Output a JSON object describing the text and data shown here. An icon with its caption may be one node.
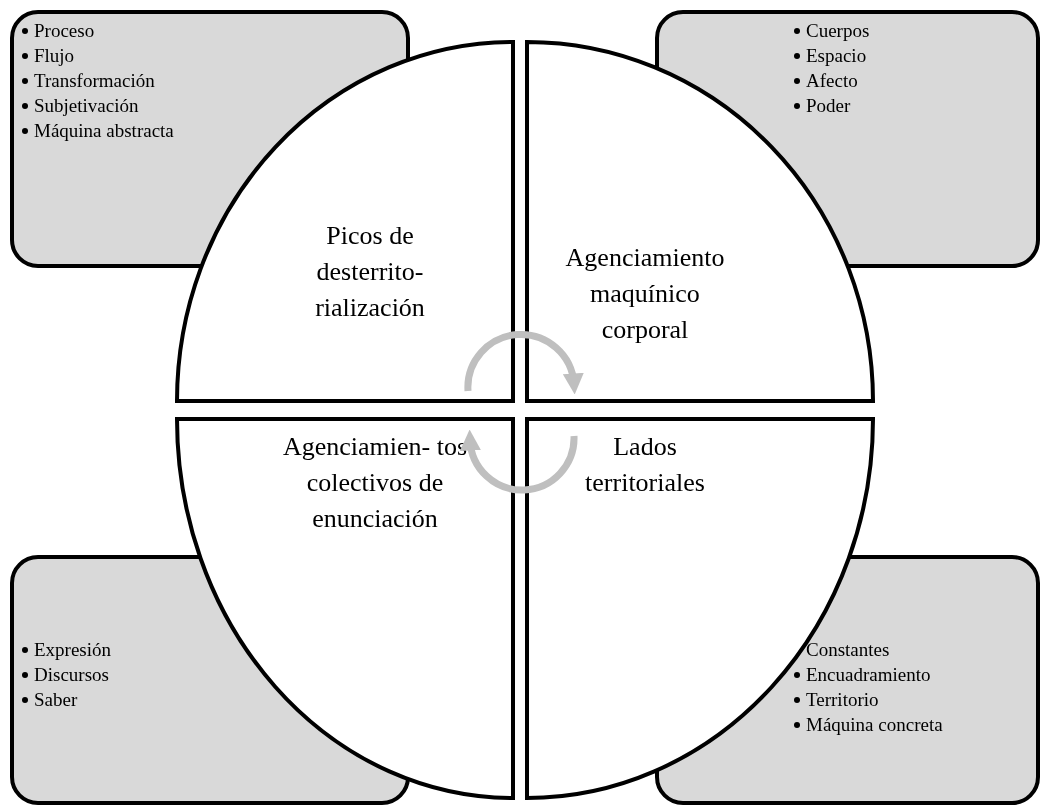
{
  "diagram": {
    "nodes": [
      {
        "text": [
          "Proceso",
          "Flujo",
          "Transformación",
          "Subjetivación",
          "Máquina abstracta"
        ]
      },
      {
        "text": [
          "Cuerpos",
          "Espacio",
          "Afecto",
          "Poder"
        ]
      },
      {
        "text": [
          "Picos de desterrito- rialización"
        ]
      },
      {
        "text": [
          "Agenciamiento maquínico corporal"
        ]
      },
      {
        "text": [
          "Agenciamien- tos colectivos de enunciación"
        ]
      },
      {
        "text": [
          "Lados territoriales"
        ]
      },
      {
        "text": [
          "Expresión",
          "Discursos",
          "Saber"
        ]
      },
      {
        "text": [
          "Constantes",
          "Encuadramiento",
          "Territorio",
          "Máquina concreta"
        ]
      }
    ],
    "edges": [
      {
        "from": 2,
        "to": 3,
        "arrow": "to",
        "color": "#bfbfbf"
      },
      {
        "from": 5,
        "to": 4,
        "arrow": "to",
        "color": "#bfbfbf"
      }
    ]
  }
}
